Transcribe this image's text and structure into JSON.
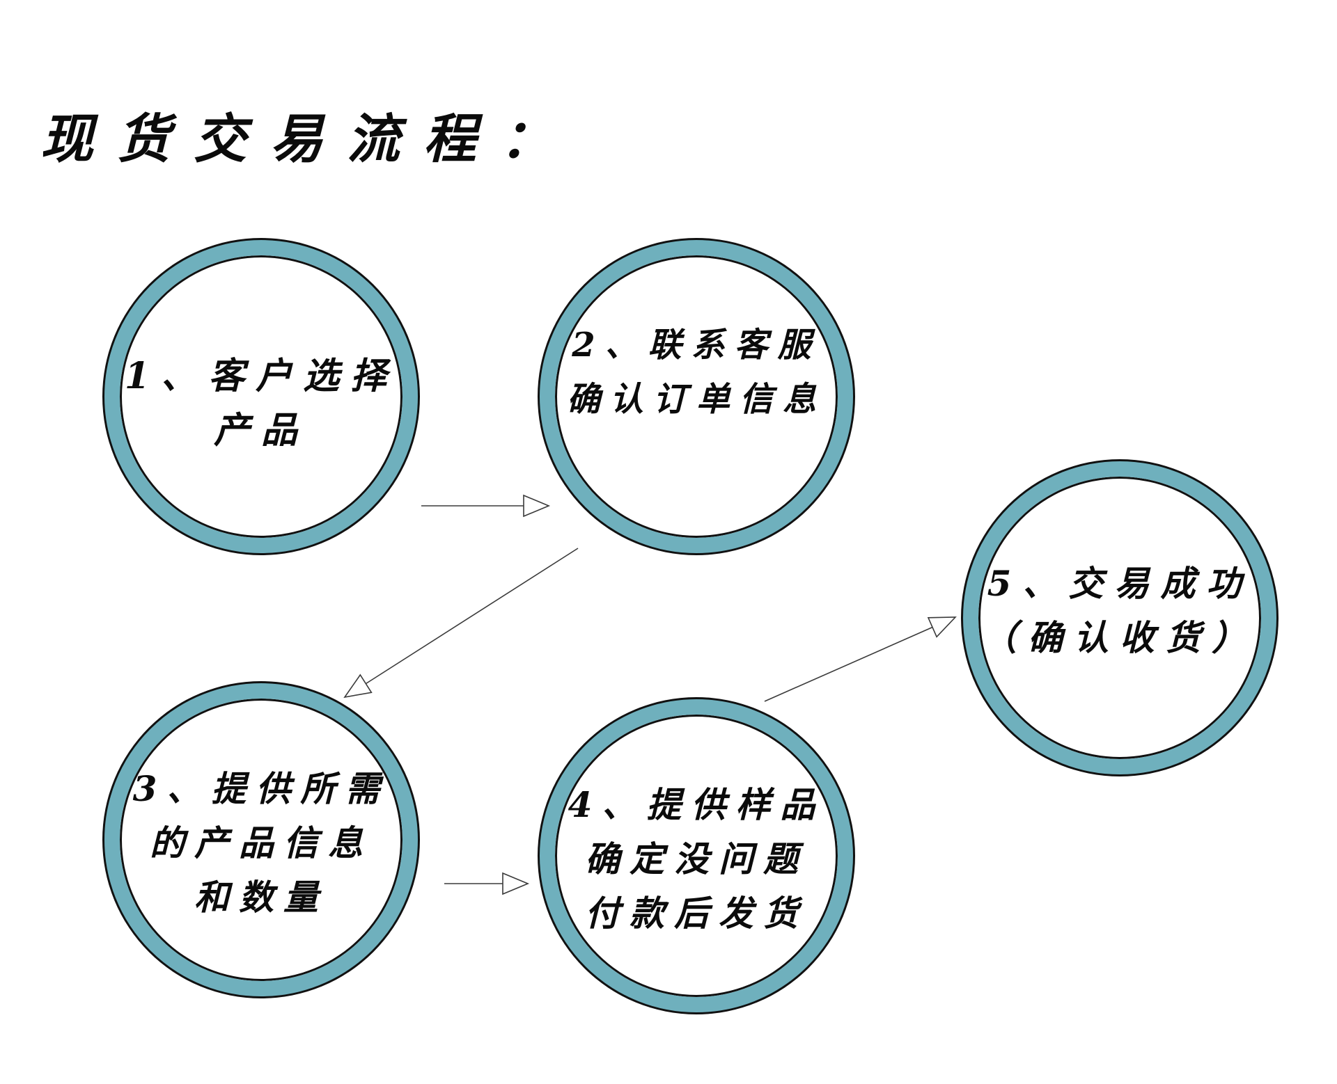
{
  "title": "现货交易流程：",
  "colors": {
    "ring": "#6fb0bd",
    "outline": "#111111",
    "text": "#0b0b0b",
    "arrow": "#3a3a3a"
  },
  "steps": [
    {
      "lines": [
        "1、客户选择",
        "产品"
      ]
    },
    {
      "lines": [
        "2、联系客服",
        "确认订单信息"
      ]
    },
    {
      "lines": [
        "3、提供所需",
        "的产品信息",
        "和数量"
      ]
    },
    {
      "lines": [
        "4、提供样品",
        "确定没问题",
        "付款后发货"
      ]
    },
    {
      "lines": [
        "5、交易成功",
        "（确认收货）"
      ]
    }
  ],
  "connections": [
    {
      "from": 1,
      "to": 2
    },
    {
      "from": 2,
      "to": 3
    },
    {
      "from": 3,
      "to": 4
    },
    {
      "from": 4,
      "to": 5
    }
  ]
}
